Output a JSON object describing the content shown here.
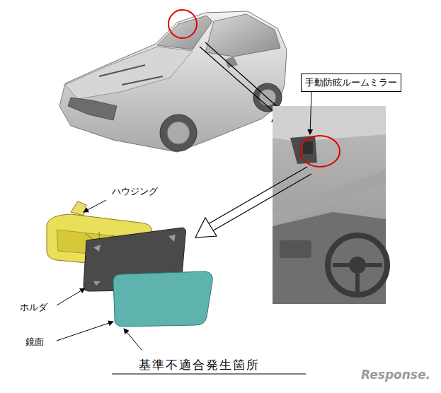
{
  "diagram": {
    "nodes": [
      {
        "text": [
          "手動防眩ルームミラー"
        ]
      }
    ],
    "labels": [
      "ハウジング",
      "ホルダ",
      "鏡面",
      "基準不適合発生箇所",
      "Response."
    ]
  }
}
